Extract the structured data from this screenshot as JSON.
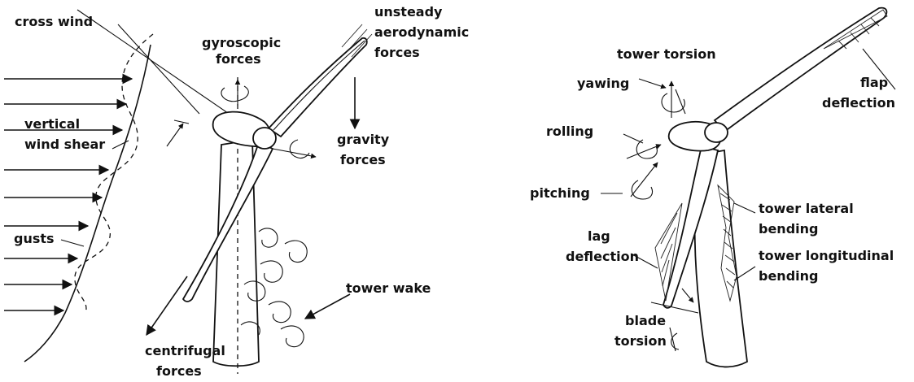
{
  "left_diagram": {
    "cross_wind": "cross wind",
    "gyroscopic": [
      "gyroscopic",
      "forces"
    ],
    "unsteady": [
      "unsteady",
      "aerodynamic",
      "forces"
    ],
    "vertical_wind_shear": [
      "vertical",
      "wind shear"
    ],
    "gravity": [
      "gravity",
      "forces"
    ],
    "gusts": "gusts",
    "tower_wake": "tower wake",
    "centrifugal": [
      "centrifugal",
      "forces"
    ]
  },
  "right_diagram": {
    "tower_torsion": "tower torsion",
    "yawing": "yawing",
    "flap": [
      "flap",
      "deflection"
    ],
    "rolling": "rolling",
    "pitching": "pitching",
    "tower_lateral": [
      "tower lateral",
      "bending"
    ],
    "lag": [
      "lag",
      "deflection"
    ],
    "tower_longitudinal": [
      "tower longitudinal",
      "bending"
    ],
    "blade_torsion": [
      "blade",
      "torsion"
    ]
  }
}
